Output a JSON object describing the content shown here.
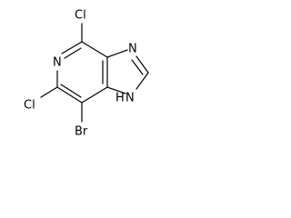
{
  "molecule": {
    "atoms": {
      "cl_top": "Cl",
      "n_ring": "N",
      "cl_left": "Cl",
      "br": "Br",
      "n_imidazole_top": "N",
      "nh_h": "H",
      "nh_n": "N"
    },
    "colors": {
      "bond": "#000000",
      "text": "#000000",
      "background": "#ffffff"
    }
  }
}
